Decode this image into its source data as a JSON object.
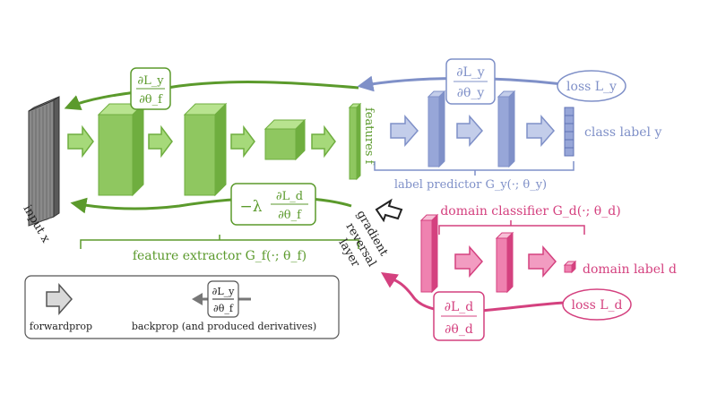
{
  "colors": {
    "green": "#5b9a2c",
    "green_fill": "#a6d97a",
    "green_dark": "#6fae3f",
    "blue": "#7f90c8",
    "blue_fill": "#a9b6e0",
    "pink": "#d4417f",
    "pink_fill": "#f29cc1",
    "gray_fill": "#c9c9c9",
    "dark": "#2c2c2c"
  },
  "feature_extractor": {
    "input_label": "input x",
    "features_label": "features f",
    "span_label": "feature extractor G_f(·; θ_f)",
    "grad_numerator": "∂L_y",
    "grad_denominator": "∂θ_f",
    "rev_grad_prefix": "−λ",
    "rev_grad_numerator": "∂L_d",
    "rev_grad_denominator": "∂θ_f"
  },
  "label_predictor": {
    "span_label": "label predictor G_y(·; θ_y)",
    "grad_numerator": "∂L_y",
    "grad_denominator": "∂θ_y",
    "loss_label": "loss L_y",
    "output_label": "class label y"
  },
  "domain_classifier": {
    "span_label": "domain classifier G_d(·; θ_d)",
    "grad_numerator": "∂L_d",
    "grad_denominator": "∂θ_d",
    "loss_label": "loss L_d",
    "output_label": "domain label d"
  },
  "grl": {
    "line1": "gradient",
    "line2": "reversal",
    "line3": "layer"
  },
  "legend": {
    "forward_label": "forwardprop",
    "backprop_label": "backprop (and produced derivatives)",
    "grad_numerator": "∂L_y",
    "grad_denominator": "∂θ_f"
  }
}
